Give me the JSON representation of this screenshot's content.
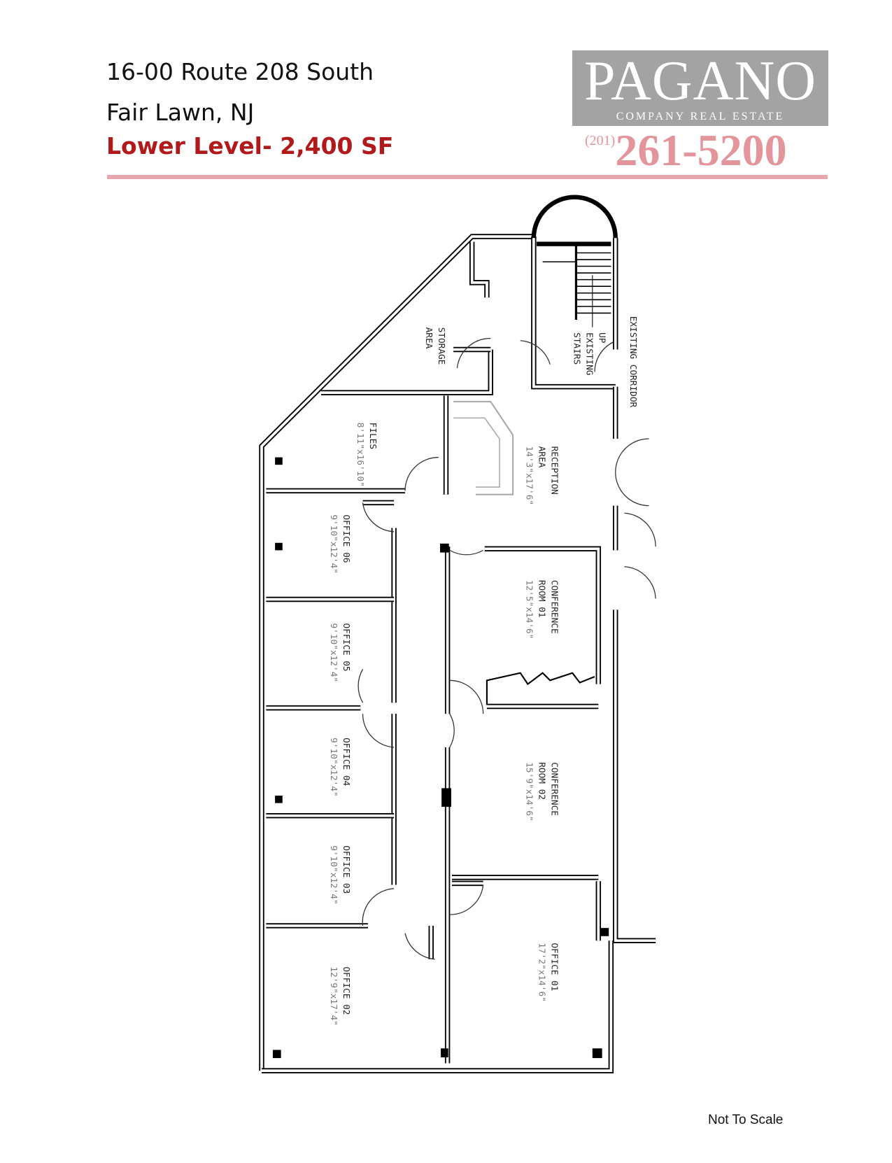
{
  "header": {
    "address_line1": "16-00 Route 208 South",
    "address_line2": "Fair Lawn, NJ",
    "level_title": "Lower Level- 2,400 SF",
    "level_color": "#b11a1a"
  },
  "logo": {
    "name": "PAGANO",
    "tagline": "COMPANY REAL ESTATE",
    "phone_area": "(201)",
    "phone_number": "261-5200",
    "box_color": "#a3a3a3",
    "phone_color": "#e4959c"
  },
  "rooms": [
    {
      "lines": [
        "STORAGE",
        "AREA"
      ],
      "dims": ""
    },
    {
      "lines": [
        "UP",
        "EXISTING",
        "STAIRS"
      ],
      "dims": ""
    },
    {
      "lines": [
        "EXISTING CORRIDOR"
      ],
      "dims": ""
    },
    {
      "lines": [
        "FILES"
      ],
      "dims": "8'11\"x16'10\""
    },
    {
      "lines": [
        "RECEPTION",
        "AREA"
      ],
      "dims": "14'3\"x17'6\""
    },
    {
      "lines": [
        "OFFICE 06"
      ],
      "dims": "9'10\"x12'4\""
    },
    {
      "lines": [
        "OFFICE 05"
      ],
      "dims": "9'10\"x12'4\""
    },
    {
      "lines": [
        "OFFICE 04"
      ],
      "dims": "9'10\"x12'4\""
    },
    {
      "lines": [
        "OFFICE 03"
      ],
      "dims": "9'10\"x12'4\""
    },
    {
      "lines": [
        "OFFICE 02"
      ],
      "dims": "12'9\"x17'4\""
    },
    {
      "lines": [
        "CONFERENCE",
        "ROOM 01"
      ],
      "dims": "12'5\"x14'6\""
    },
    {
      "lines": [
        "CONFERENCE",
        "ROOM 02"
      ],
      "dims": "15'9\"x14'6\""
    },
    {
      "lines": [
        "OFFICE 01"
      ],
      "dims": "17'2\"x14'6\""
    }
  ],
  "footer": {
    "note": "Not To Scale"
  }
}
